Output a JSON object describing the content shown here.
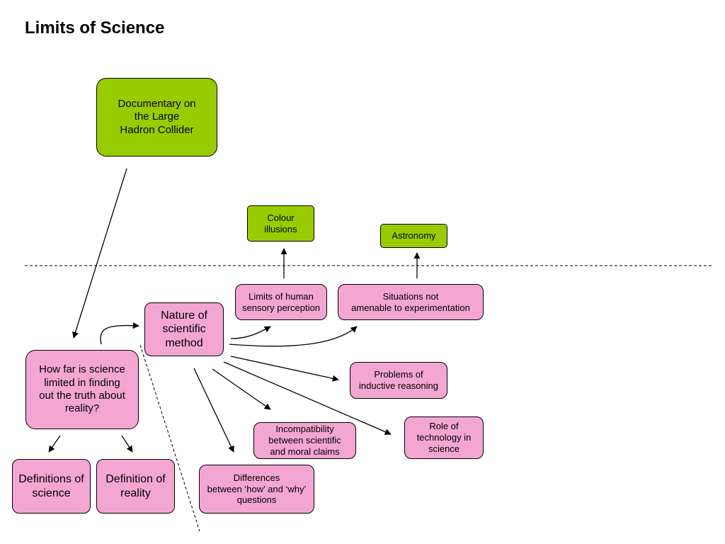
{
  "title": "Limits of Science",
  "nodes": {
    "documentary": "Documentary on\nthe Large\nHadron Collider",
    "colour_illusions": "Colour\nillusions",
    "astronomy": "Astronomy",
    "limits_perception": "Limits of human\nsensory perception",
    "situations": "Situations not\namenable to experimentation",
    "nature_method": "Nature of\nscientific\nmethod",
    "central_question": "How far is science\nlimited in finding\nout the truth about\nreality?",
    "problems_induction": "Problems of\ninductive reasoning",
    "incompatibility": "Incompatibility\nbetween scientific\nand moral claims",
    "role_technology": "Role of\ntechnology in\nscience",
    "definitions_science": "Definitions of\nscience",
    "definition_reality": "Definition of\nreality",
    "how_why": "Differences\nbetween ‘how’ and ‘why’\nquestions"
  },
  "colors": {
    "green": "#99cc00",
    "pink": "#f4a6d3",
    "line": "#000000"
  }
}
